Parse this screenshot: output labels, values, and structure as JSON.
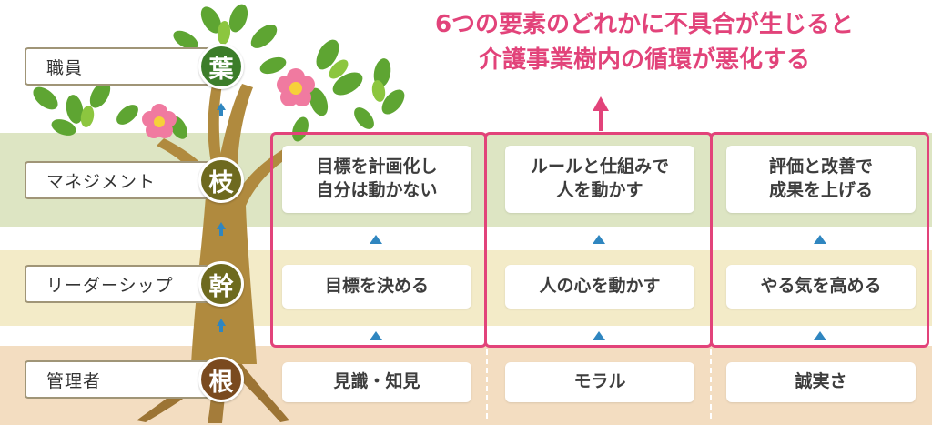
{
  "headline": {
    "line1": "6つの要素のどれかに不具合が生じると",
    "line2": "介護事業樹内の循環が悪化する"
  },
  "levels": [
    {
      "role": "職員",
      "kanji": "葉",
      "color": "#3c7d2a"
    },
    {
      "role": "マネジメント",
      "kanji": "枝",
      "color": "#6e6a1f"
    },
    {
      "role": "リーダーシップ",
      "kanji": "幹",
      "color": "#6e6a1f"
    },
    {
      "role": "管理者",
      "kanji": "根",
      "color": "#7a4a1f"
    }
  ],
  "columns": [
    {
      "management": "目標を計画化し\n自分は動かない",
      "leadership": "目標を決める",
      "root": "見識・知見"
    },
    {
      "management": "ルールと仕組みで\n人を動かす",
      "leadership": "人の心を動かす",
      "root": "モラル"
    },
    {
      "management": "評価と改善で\n成果を上げる",
      "leadership": "やる気を高める",
      "root": "誠実さ"
    }
  ],
  "colors": {
    "accent": "#e2437a",
    "arrow": "#2f86c0",
    "branch_band": "#dde5c3",
    "trunk_band": "#f3ebc8",
    "root_band": "#f3ddc1",
    "tree_trunk": "#b08a3e",
    "leaf": "#5ea532",
    "flower": "#f07aa0"
  }
}
